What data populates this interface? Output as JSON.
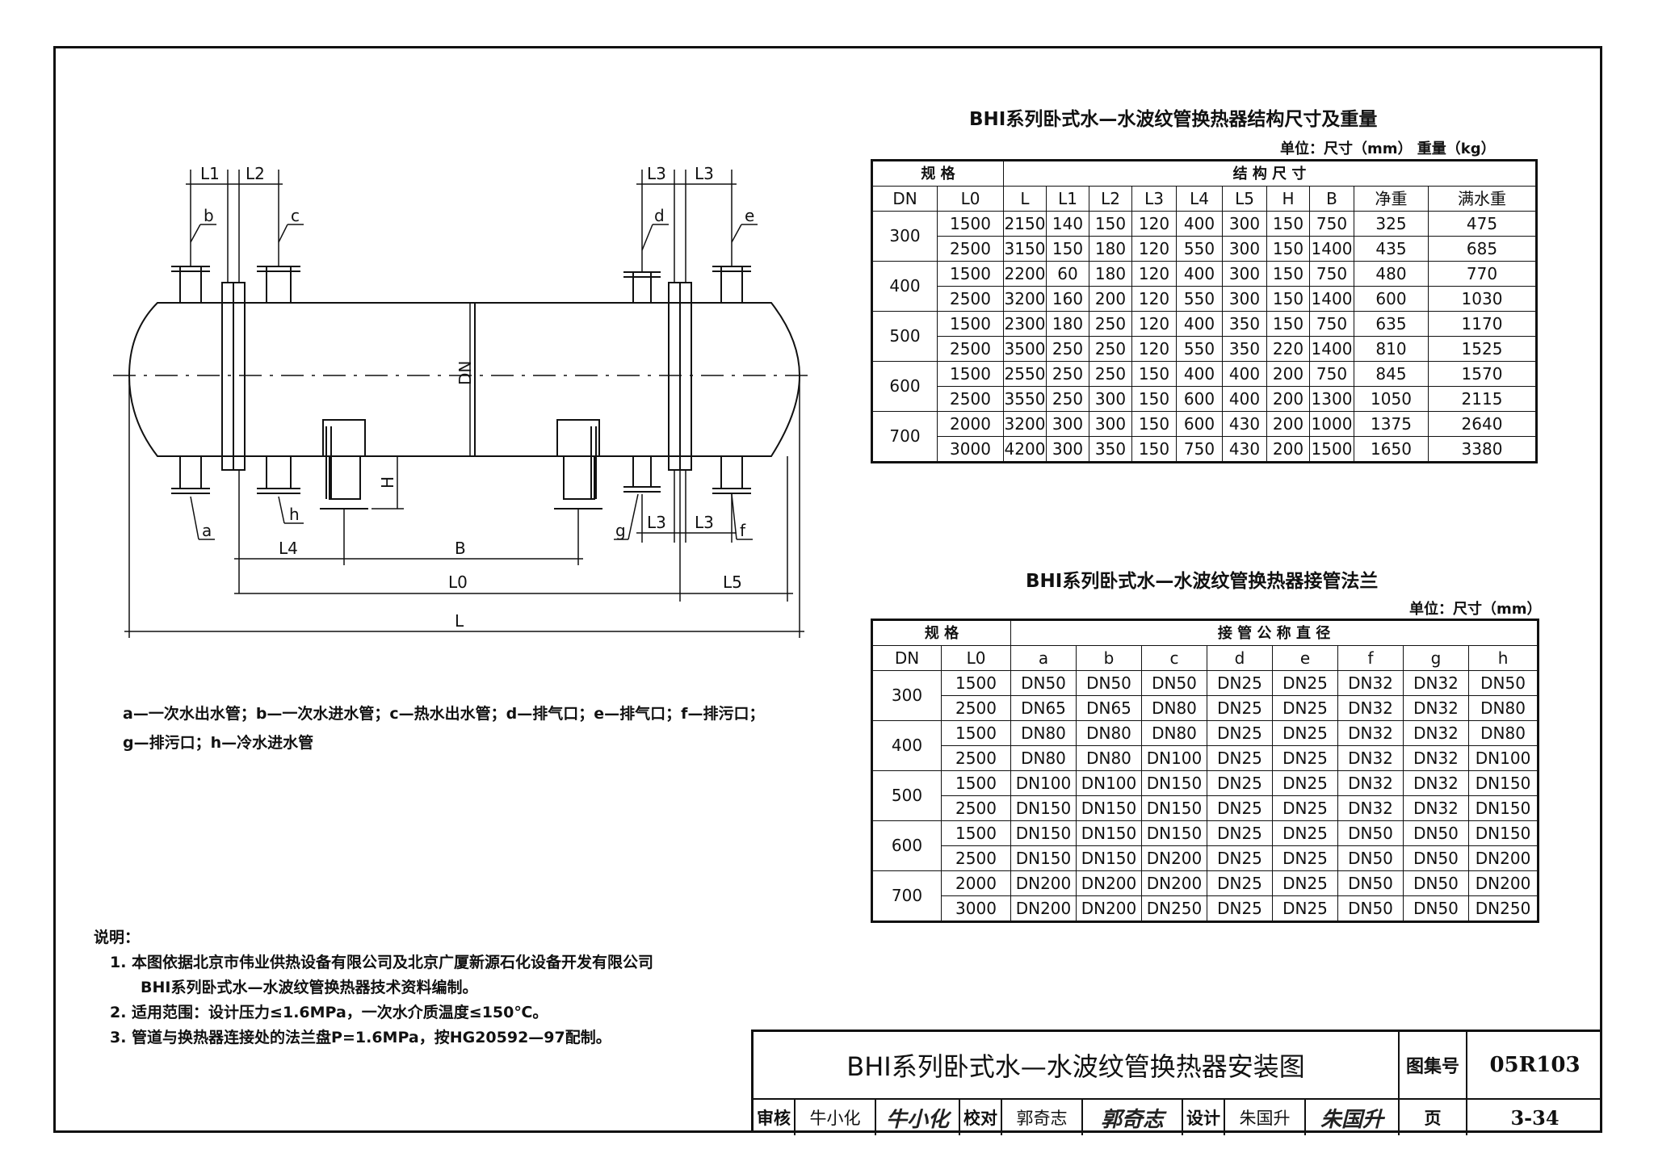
{
  "drawing": {
    "labels": {
      "L1": "L1",
      "L2": "L2",
      "L3": "L3",
      "L4": "L4",
      "L5": "L5",
      "L0": "L0",
      "L": "L",
      "B": "B",
      "H": "H",
      "DN": "DN",
      "a": "a",
      "b": "b",
      "c": "c",
      "d": "d",
      "e": "e",
      "f": "f",
      "g": "g",
      "h": "h"
    },
    "legend_line1": "a—一次水出水管；b—一次水进水管；c—热水出水管；d—排气口；e—排气口；f—排污口；",
    "legend_line2": "g—排污口；h—冷水进水管"
  },
  "table1": {
    "title": "BHI系列卧式水—水波纹管换热器结构尺寸及重量",
    "unit": "单位：尺寸（mm） 重量（kg）",
    "group_spec": "规 格",
    "group_struct": "结 构 尺 寸",
    "columns": [
      "DN",
      "L0",
      "L",
      "L1",
      "L2",
      "L3",
      "L4",
      "L5",
      "H",
      "B",
      "净重",
      "满水重"
    ],
    "rows": [
      [
        "300",
        "1500",
        "2150",
        "140",
        "150",
        "120",
        "400",
        "300",
        "150",
        "750",
        "325",
        "475"
      ],
      [
        "",
        "2500",
        "3150",
        "150",
        "180",
        "120",
        "550",
        "300",
        "150",
        "1400",
        "435",
        "685"
      ],
      [
        "400",
        "1500",
        "2200",
        "60",
        "180",
        "120",
        "400",
        "300",
        "150",
        "750",
        "480",
        "770"
      ],
      [
        "",
        "2500",
        "3200",
        "160",
        "200",
        "120",
        "550",
        "300",
        "150",
        "1400",
        "600",
        "1030"
      ],
      [
        "500",
        "1500",
        "2300",
        "180",
        "250",
        "120",
        "400",
        "350",
        "150",
        "750",
        "635",
        "1170"
      ],
      [
        "",
        "2500",
        "3500",
        "250",
        "250",
        "120",
        "550",
        "350",
        "220",
        "1400",
        "810",
        "1525"
      ],
      [
        "600",
        "1500",
        "2550",
        "250",
        "250",
        "150",
        "400",
        "400",
        "200",
        "750",
        "845",
        "1570"
      ],
      [
        "",
        "2500",
        "3550",
        "250",
        "300",
        "150",
        "600",
        "400",
        "200",
        "1300",
        "1050",
        "2115"
      ],
      [
        "700",
        "2000",
        "3200",
        "300",
        "300",
        "150",
        "600",
        "430",
        "200",
        "1000",
        "1375",
        "2640"
      ],
      [
        "",
        "3000",
        "4200",
        "300",
        "350",
        "150",
        "750",
        "430",
        "200",
        "1500",
        "1650",
        "3380"
      ]
    ]
  },
  "table2": {
    "title": "BHI系列卧式水—水波纹管换热器接管法兰",
    "unit": "单位：尺寸（mm）",
    "group_spec": "规 格",
    "group_nozzle": "接 管 公 称 直 径",
    "columns": [
      "DN",
      "L0",
      "a",
      "b",
      "c",
      "d",
      "e",
      "f",
      "g",
      "h"
    ],
    "rows": [
      [
        "300",
        "1500",
        "DN50",
        "DN50",
        "DN50",
        "DN25",
        "DN25",
        "DN32",
        "DN32",
        "DN50"
      ],
      [
        "",
        "2500",
        "DN65",
        "DN65",
        "DN80",
        "DN25",
        "DN25",
        "DN32",
        "DN32",
        "DN80"
      ],
      [
        "400",
        "1500",
        "DN80",
        "DN80",
        "DN80",
        "DN25",
        "DN25",
        "DN32",
        "DN32",
        "DN80"
      ],
      [
        "",
        "2500",
        "DN80",
        "DN80",
        "DN100",
        "DN25",
        "DN25",
        "DN32",
        "DN32",
        "DN100"
      ],
      [
        "500",
        "1500",
        "DN100",
        "DN100",
        "DN150",
        "DN25",
        "DN25",
        "DN32",
        "DN32",
        "DN150"
      ],
      [
        "",
        "2500",
        "DN150",
        "DN150",
        "DN150",
        "DN25",
        "DN25",
        "DN32",
        "DN32",
        "DN150"
      ],
      [
        "600",
        "1500",
        "DN150",
        "DN150",
        "DN150",
        "DN25",
        "DN25",
        "DN50",
        "DN50",
        "DN150"
      ],
      [
        "",
        "2500",
        "DN150",
        "DN150",
        "DN200",
        "DN25",
        "DN25",
        "DN50",
        "DN50",
        "DN200"
      ],
      [
        "700",
        "2000",
        "DN200",
        "DN200",
        "DN200",
        "DN25",
        "DN25",
        "DN50",
        "DN50",
        "DN200"
      ],
      [
        "",
        "3000",
        "DN200",
        "DN200",
        "DN250",
        "DN25",
        "DN25",
        "DN50",
        "DN50",
        "DN250"
      ]
    ]
  },
  "notes": {
    "heading": "说明：",
    "line1": "1. 本图依据北京市伟业供热设备有限公司及北京广厦新源石化设备开发有限公司",
    "line1b": "BHI系列卧式水—水波纹管换热器技术资料编制。",
    "line2": "2. 适用范围：设计压力≤1.6MPa，一次水介质温度≤150℃。",
    "line3": "3. 管道与换热器连接处的法兰盘P=1.6MPa，按HG20592—97配制。"
  },
  "title_block": {
    "title": "BHI系列卧式水—水波纹管换热器安装图",
    "atlas_label": "图集号",
    "atlas_no": "05R103",
    "review_label": "审核",
    "reviewer": "牛小化",
    "reviewer_sig": "牛小化",
    "check_label": "校对",
    "checker": "郭奇志",
    "checker_sig": "郭奇志",
    "design_label": "设计",
    "designer": "朱国升",
    "designer_sig": "朱国升",
    "page_label": "页",
    "page_no": "3-34"
  }
}
